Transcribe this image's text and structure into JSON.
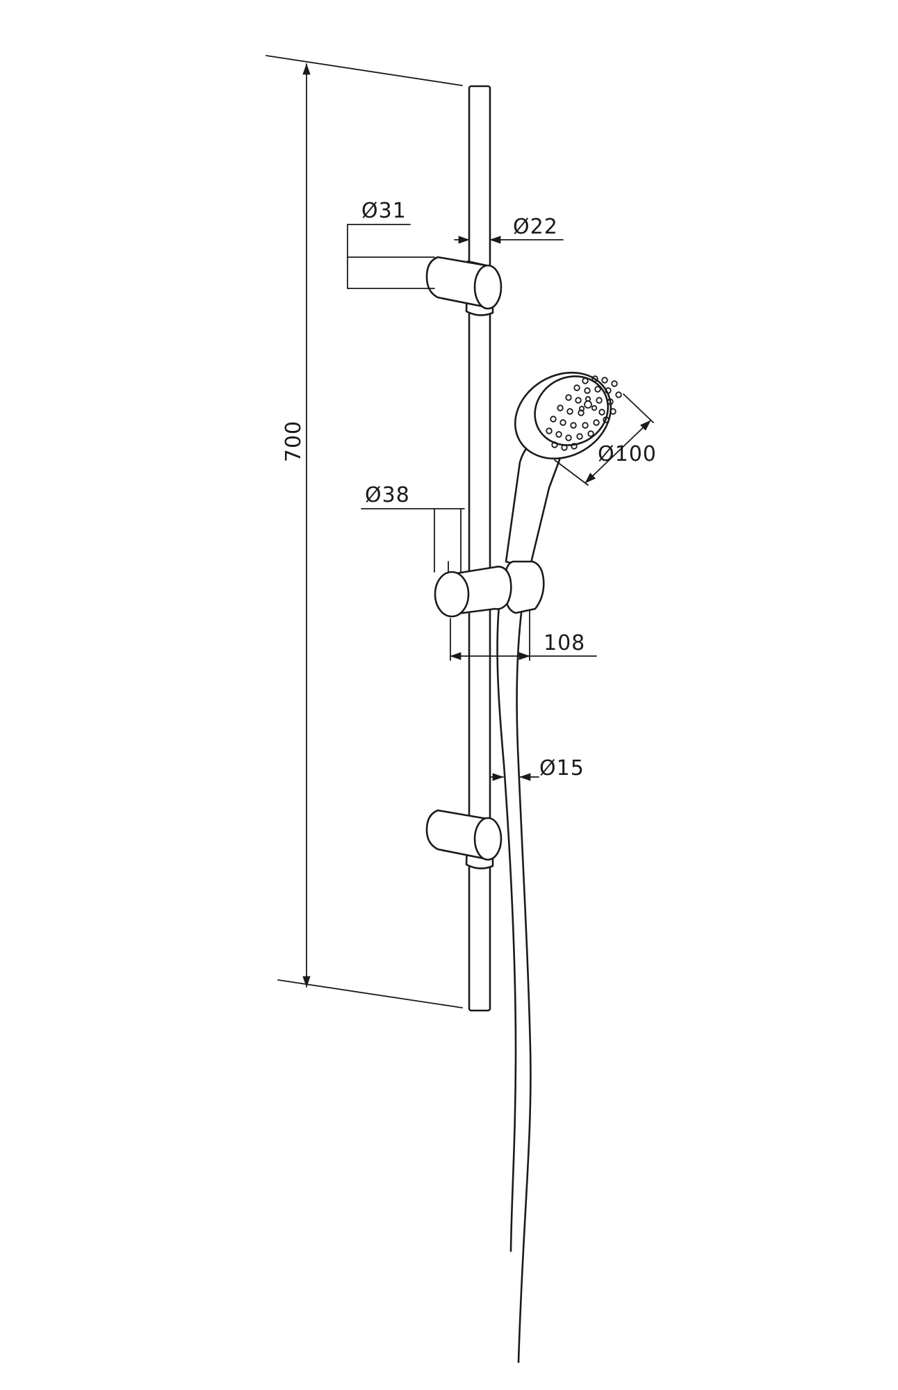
{
  "dimensions": {
    "total_height": "700",
    "bracket_diameter": "Ø31",
    "rail_diameter": "Ø22",
    "holder_diameter": "Ø38",
    "head_diameter": "Ø100",
    "holder_projection": "108",
    "hose_diameter": "Ø15"
  }
}
